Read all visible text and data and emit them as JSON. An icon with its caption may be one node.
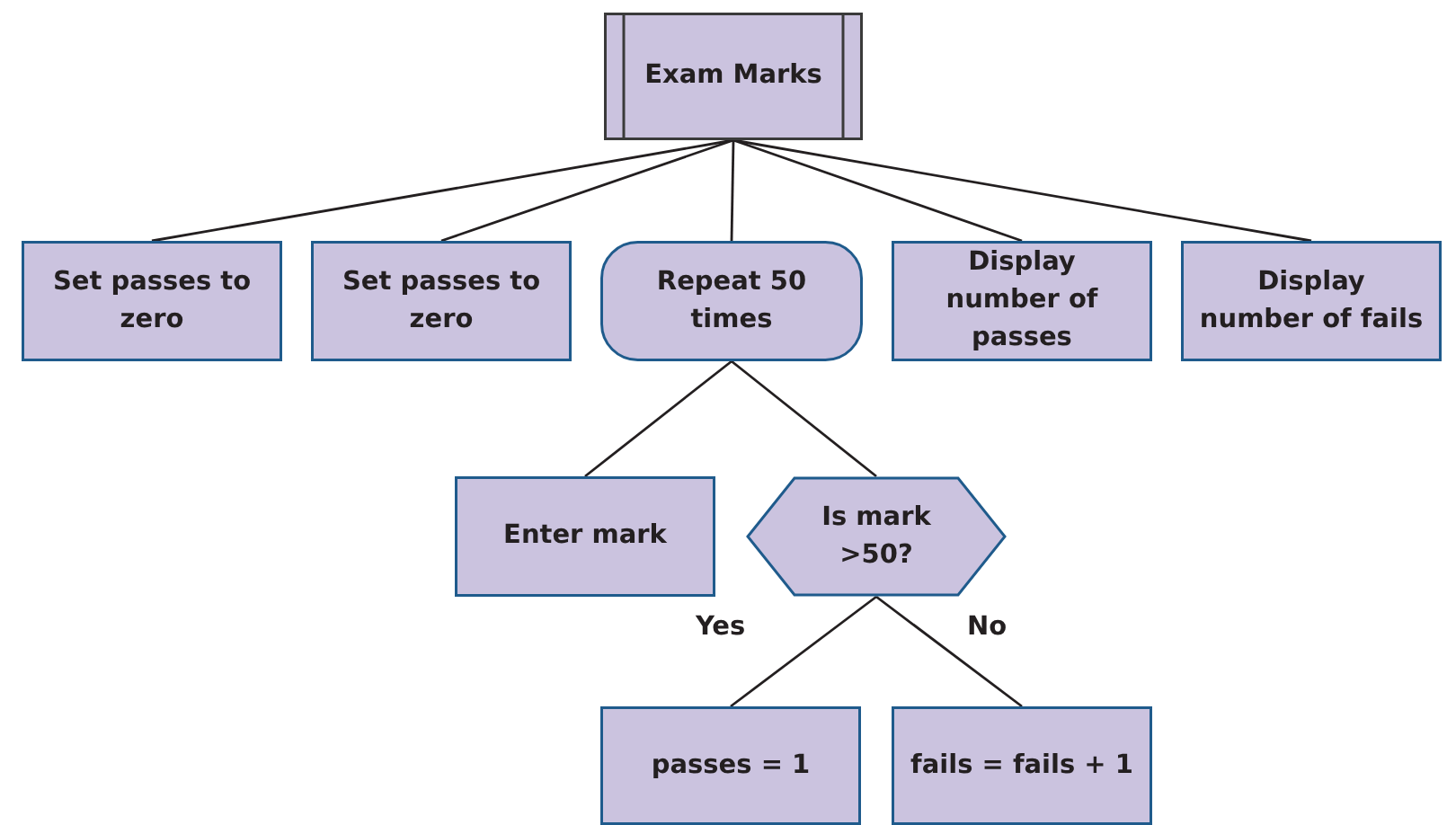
{
  "diagram": {
    "nodes": [
      {
        "text": [
          "Exam Marks"
        ]
      },
      {
        "text": [
          "Set passes to zero"
        ]
      },
      {
        "text": [
          "Set passes to zero"
        ]
      },
      {
        "text": [
          "Repeat 50 times"
        ]
      },
      {
        "text": [
          "Display number of passes"
        ]
      },
      {
        "text": [
          "Display number of fails"
        ]
      },
      {
        "text": [
          "Enter mark"
        ]
      },
      {
        "text": [
          "Is mark >50?"
        ]
      },
      {
        "text": [
          "passes = 1"
        ]
      },
      {
        "text": [
          "fails = fails + 1"
        ]
      }
    ],
    "edges": [
      {
        "from": 0,
        "to": 1,
        "arrow": "none"
      },
      {
        "from": 0,
        "to": 2,
        "arrow": "none"
      },
      {
        "from": 0,
        "to": 3,
        "arrow": "none"
      },
      {
        "from": 0,
        "to": 4,
        "arrow": "none"
      },
      {
        "from": 0,
        "to": 5,
        "arrow": "none"
      },
      {
        "from": 3,
        "to": 6,
        "arrow": "none"
      },
      {
        "from": 3,
        "to": 7,
        "arrow": "none"
      },
      {
        "from": 7,
        "to": 8,
        "label": "Yes",
        "arrow": "none"
      },
      {
        "from": 7,
        "to": 9,
        "label": "No",
        "arrow": "none"
      }
    ]
  }
}
